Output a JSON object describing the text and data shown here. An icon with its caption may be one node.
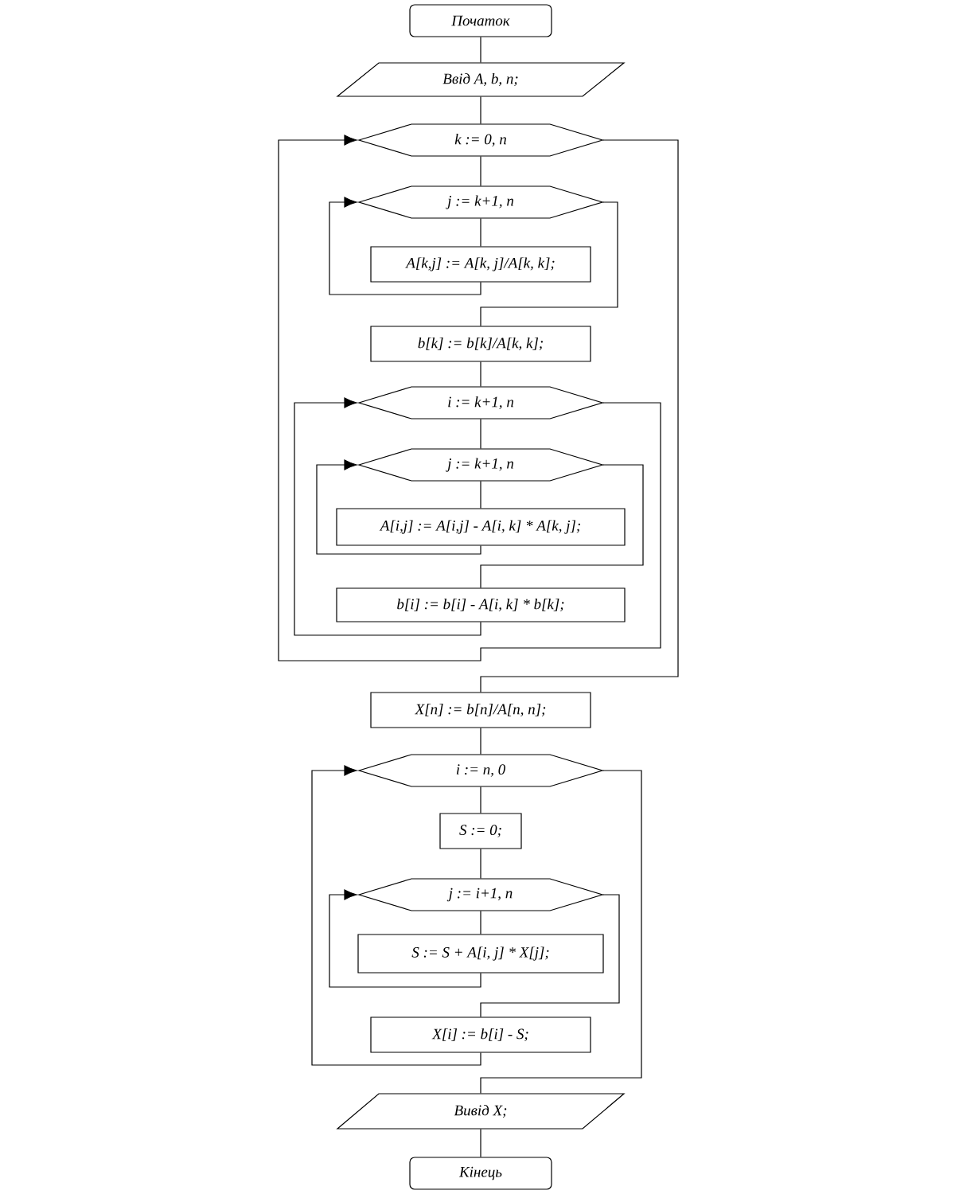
{
  "diagram": {
    "nodes": [
      {
        "text": [
          "Початок"
        ]
      },
      {
        "text": [
          "Ввід A, b, n;"
        ]
      },
      {
        "text": [
          "k := 0, n"
        ]
      },
      {
        "text": [
          "j := k+1, n"
        ]
      },
      {
        "text": [
          "A[k,j] := A[k, j]/A[k, k];"
        ]
      },
      {
        "text": [
          "b[k] := b[k]/A[k, k];"
        ]
      },
      {
        "text": [
          "i := k+1, n"
        ]
      },
      {
        "text": [
          "j := k+1, n"
        ]
      },
      {
        "text": [
          "A[i,j] := A[i,j] - A[i, k] * A[k, j];"
        ]
      },
      {
        "text": [
          "b[i] := b[i] - A[i, k] * b[k];"
        ]
      },
      {
        "text": [
          "X[n] := b[n]/A[n, n];"
        ]
      },
      {
        "text": [
          "i := n, 0"
        ]
      },
      {
        "text": [
          "S := 0;"
        ]
      },
      {
        "text": [
          "j := i+1, n"
        ]
      },
      {
        "text": [
          "S := S + A[i, j] * X[j];"
        ]
      },
      {
        "text": [
          "X[i] := b[i] - S;"
        ]
      },
      {
        "text": [
          "Вивід X;"
        ]
      },
      {
        "text": [
          "Кінець"
        ]
      }
    ],
    "edges": [
      {
        "from": 0,
        "to": 1,
        "arrow": "none"
      },
      {
        "from": 1,
        "to": 2,
        "arrow": "none"
      },
      {
        "from": 2,
        "to": 3,
        "arrow": "none"
      },
      {
        "from": 3,
        "to": 4,
        "arrow": "none"
      },
      {
        "from": 4,
        "to": 3,
        "arrow": "to"
      },
      {
        "from": 3,
        "to": 5,
        "arrow": "none"
      },
      {
        "from": 5,
        "to": 6,
        "arrow": "none"
      },
      {
        "from": 6,
        "to": 7,
        "arrow": "none"
      },
      {
        "from": 7,
        "to": 8,
        "arrow": "none"
      },
      {
        "from": 8,
        "to": 7,
        "arrow": "to"
      },
      {
        "from": 7,
        "to": 9,
        "arrow": "none"
      },
      {
        "from": 9,
        "to": 6,
        "arrow": "to"
      },
      {
        "from": 6,
        "to": 2,
        "arrow": "to"
      },
      {
        "from": 2,
        "to": 10,
        "arrow": "none"
      },
      {
        "from": 10,
        "to": 11,
        "arrow": "none"
      },
      {
        "from": 11,
        "to": 12,
        "arrow": "none"
      },
      {
        "from": 12,
        "to": 13,
        "arrow": "none"
      },
      {
        "from": 13,
        "to": 14,
        "arrow": "none"
      },
      {
        "from": 14,
        "to": 13,
        "arrow": "to"
      },
      {
        "from": 13,
        "to": 15,
        "arrow": "none"
      },
      {
        "from": 15,
        "to": 11,
        "arrow": "to"
      },
      {
        "from": 11,
        "to": 16,
        "arrow": "none"
      },
      {
        "from": 16,
        "to": 17,
        "arrow": "none"
      }
    ]
  }
}
